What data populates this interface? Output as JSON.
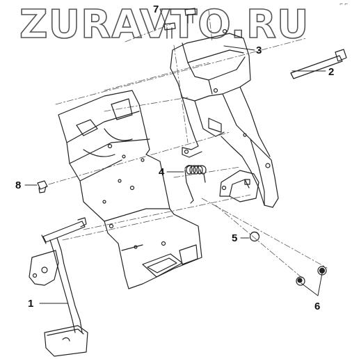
{
  "watermark": "ZURAVTO.RU",
  "corner_mark": "⌐ ⌐",
  "callouts": [
    {
      "number": "1"
    },
    {
      "number": "2"
    },
    {
      "number": "3"
    },
    {
      "number": "4"
    },
    {
      "number": "5"
    },
    {
      "number": "6"
    },
    {
      "number": "7"
    },
    {
      "number": "8"
    }
  ],
  "colors": {
    "line": "#222222",
    "dash": "#555555",
    "watermark_outline": "#555555"
  }
}
